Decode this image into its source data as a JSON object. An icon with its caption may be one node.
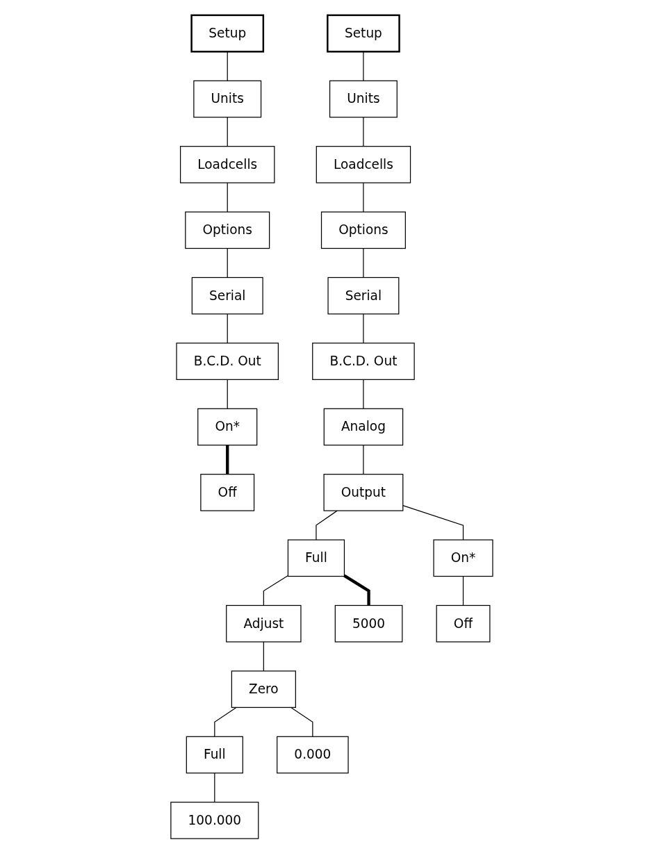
{
  "diagram": {
    "nodes": [
      {
        "text": [
          "Setup"
        ]
      },
      {
        "text": [
          "Units"
        ]
      },
      {
        "text": [
          "Loadcells"
        ]
      },
      {
        "text": [
          "Options"
        ]
      },
      {
        "text": [
          "Serial"
        ]
      },
      {
        "text": [
          "B.C.D. Out"
        ]
      },
      {
        "text": [
          "On*"
        ]
      },
      {
        "text": [
          "Off"
        ]
      },
      {
        "text": [
          "Setup"
        ]
      },
      {
        "text": [
          "Units"
        ]
      },
      {
        "text": [
          "Loadcells"
        ]
      },
      {
        "text": [
          "Options"
        ]
      },
      {
        "text": [
          "Serial"
        ]
      },
      {
        "text": [
          "B.C.D. Out"
        ]
      },
      {
        "text": [
          "Analog"
        ]
      },
      {
        "text": [
          "Output"
        ]
      },
      {
        "text": [
          "Full"
        ]
      },
      {
        "text": [
          "Adjust"
        ]
      },
      {
        "text": [
          "5000"
        ]
      },
      {
        "text": [
          "Zero"
        ]
      },
      {
        "text": [
          "Full"
        ]
      },
      {
        "text": [
          "On*"
        ]
      },
      {
        "text": [
          "Off"
        ]
      },
      {
        "text": [
          "0.000"
        ]
      },
      {
        "text": [
          "100.000"
        ]
      }
    ],
    "edges": [
      {
        "from": 0,
        "to": 1,
        "arrow": "none"
      },
      {
        "from": 1,
        "to": 2,
        "arrow": "none"
      },
      {
        "from": 2,
        "to": 3,
        "arrow": "none"
      },
      {
        "from": 3,
        "to": 4,
        "arrow": "none"
      },
      {
        "from": 4,
        "to": 5,
        "arrow": "none"
      },
      {
        "from": 5,
        "to": 6,
        "arrow": "none"
      },
      {
        "from": 6,
        "to": 7,
        "arrow": "none",
        "style": "thick"
      },
      {
        "from": 8,
        "to": 9,
        "arrow": "none"
      },
      {
        "from": 9,
        "to": 10,
        "arrow": "none"
      },
      {
        "from": 10,
        "to": 11,
        "arrow": "none"
      },
      {
        "from": 11,
        "to": 12,
        "arrow": "none"
      },
      {
        "from": 12,
        "to": 13,
        "arrow": "none"
      },
      {
        "from": 13,
        "to": 14,
        "arrow": "none"
      },
      {
        "from": 14,
        "to": 15,
        "arrow": "none"
      },
      {
        "from": 15,
        "to": 16,
        "arrow": "none"
      },
      {
        "from": 16,
        "to": 17,
        "arrow": "none"
      },
      {
        "from": 16,
        "to": 18,
        "arrow": "none",
        "style": "thick"
      },
      {
        "from": 17,
        "to": 19,
        "arrow": "none"
      },
      {
        "from": 19,
        "to": 20,
        "arrow": "none"
      },
      {
        "from": 15,
        "to": 21,
        "arrow": "none"
      },
      {
        "from": 21,
        "to": 22,
        "arrow": "none"
      },
      {
        "from": 19,
        "to": 23,
        "arrow": "none"
      },
      {
        "from": 20,
        "to": 24,
        "arrow": "none"
      }
    ]
  }
}
